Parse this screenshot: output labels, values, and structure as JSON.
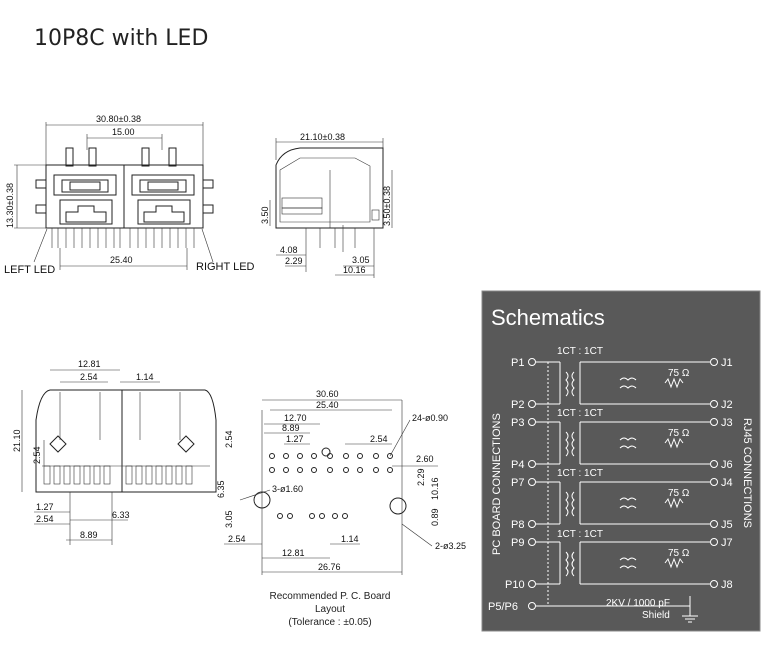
{
  "title": "10P8C with LED",
  "front_view": {
    "width_dim": "30.80±0.38",
    "pitch_dim": "15.00",
    "height_dim": "13.30±0.38",
    "pin_span_dim": "25.40",
    "left_led": "LEFT LED",
    "right_led": "RIGHT LED"
  },
  "side_view": {
    "depth_dim": "21.10±0.38",
    "h1_dim": "3.50",
    "h2_dim": "3.50±0.38",
    "d1": "4.08",
    "d2": "2.29",
    "d3": "3.05",
    "d4": "10.16"
  },
  "bottom_view": {
    "d_top": "12.81",
    "d_254": "2.54",
    "d_114": "1.14",
    "d_height": "21.10",
    "d_side": "2.54",
    "d_127": "1.27",
    "d_254b": "2.54",
    "d_633": "6.33",
    "d_889": "8.89"
  },
  "pcb_layout": {
    "d_3060": "30.60",
    "d_2540": "25.40",
    "d_1270": "12.70",
    "d_889": "8.89",
    "d_127": "1.27",
    "d_254": "2.54",
    "d_254r": "2.54",
    "d_260": "2.60",
    "d_229": "2.29",
    "d_1016": "10.16",
    "d_635": "6.35",
    "d_305": "3.05",
    "d_254l": "2.54",
    "d_1281": "12.81",
    "d_114": "1.14",
    "d_2676": "26.76",
    "d_089": "0.89",
    "hole_small": "24-ø0.90",
    "hole_mid": "3-ø1.60",
    "hole_big": "2-ø3.25",
    "note_line1": "Recommended P. C. Board",
    "note_line2": "Layout",
    "note_line3": "(Tolerance : ±0.05)"
  },
  "schematic": {
    "title": "Schematics",
    "left_label": "PC BOARD CONNECTIONS",
    "right_label": "RJ45 CONNECTIONS",
    "ratio": "1CT : 1CT",
    "ohm": "75 Ω",
    "left_pins": [
      "P1",
      "P2",
      "P3",
      "P4",
      "P7",
      "P8",
      "P9",
      "P10",
      "P5/P6"
    ],
    "right_pins": [
      "J1",
      "J2",
      "J3",
      "J6",
      "J4",
      "J5",
      "J7",
      "J8"
    ],
    "cap": "2KV / 1000 pF",
    "shield": "Shield",
    "bg": "#595959"
  }
}
